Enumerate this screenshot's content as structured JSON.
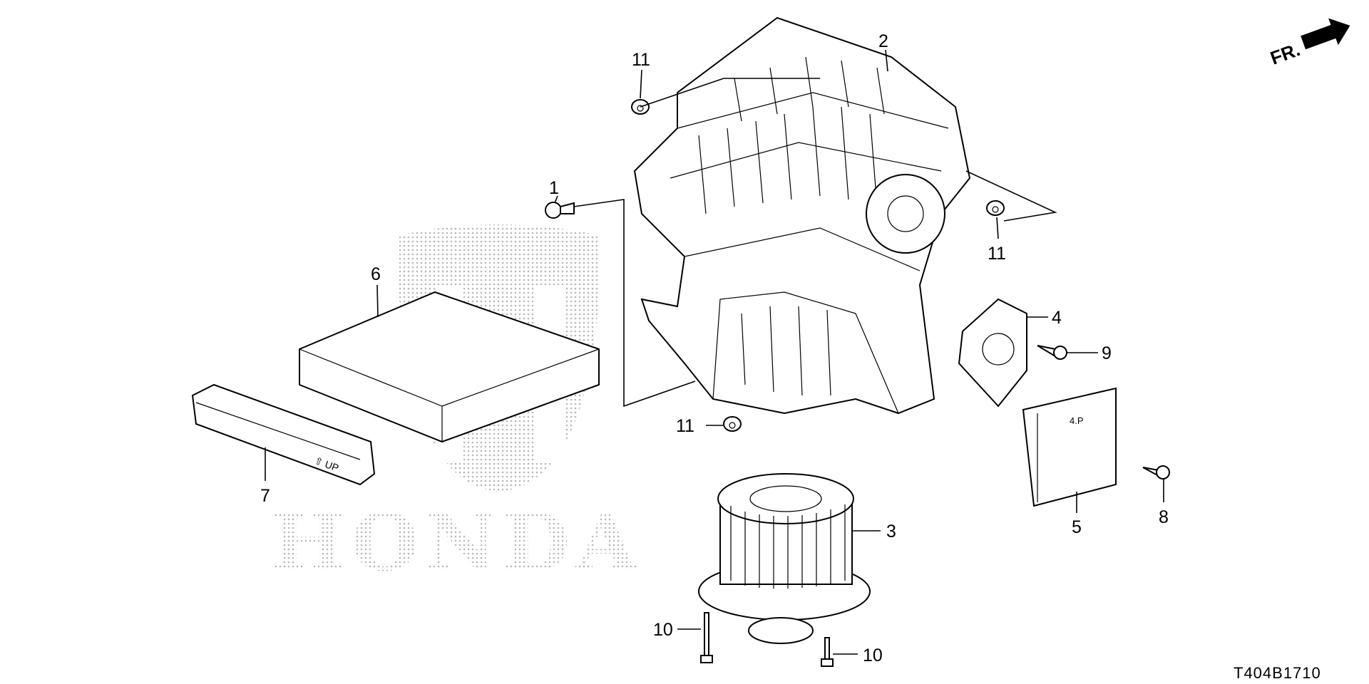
{
  "diagram": {
    "code": "T404B1710",
    "direction_label": "FR.",
    "watermark": "HONDA",
    "callouts": [
      {
        "id": "c2",
        "num": "2"
      },
      {
        "id": "c11a",
        "num": "11"
      },
      {
        "id": "c1",
        "num": "1"
      },
      {
        "id": "c11b",
        "num": "11"
      },
      {
        "id": "c6",
        "num": "6"
      },
      {
        "id": "c4",
        "num": "4"
      },
      {
        "id": "c9",
        "num": "9"
      },
      {
        "id": "c11c",
        "num": "11"
      },
      {
        "id": "c7",
        "num": "7"
      },
      {
        "id": "c5",
        "num": "5"
      },
      {
        "id": "c8",
        "num": "8"
      },
      {
        "id": "c3",
        "num": "3"
      },
      {
        "id": "c10a",
        "num": "10"
      },
      {
        "id": "c10b",
        "num": "10"
      }
    ],
    "part_markings": {
      "filter_cover": "⇧ UP",
      "module": "4.P"
    }
  }
}
